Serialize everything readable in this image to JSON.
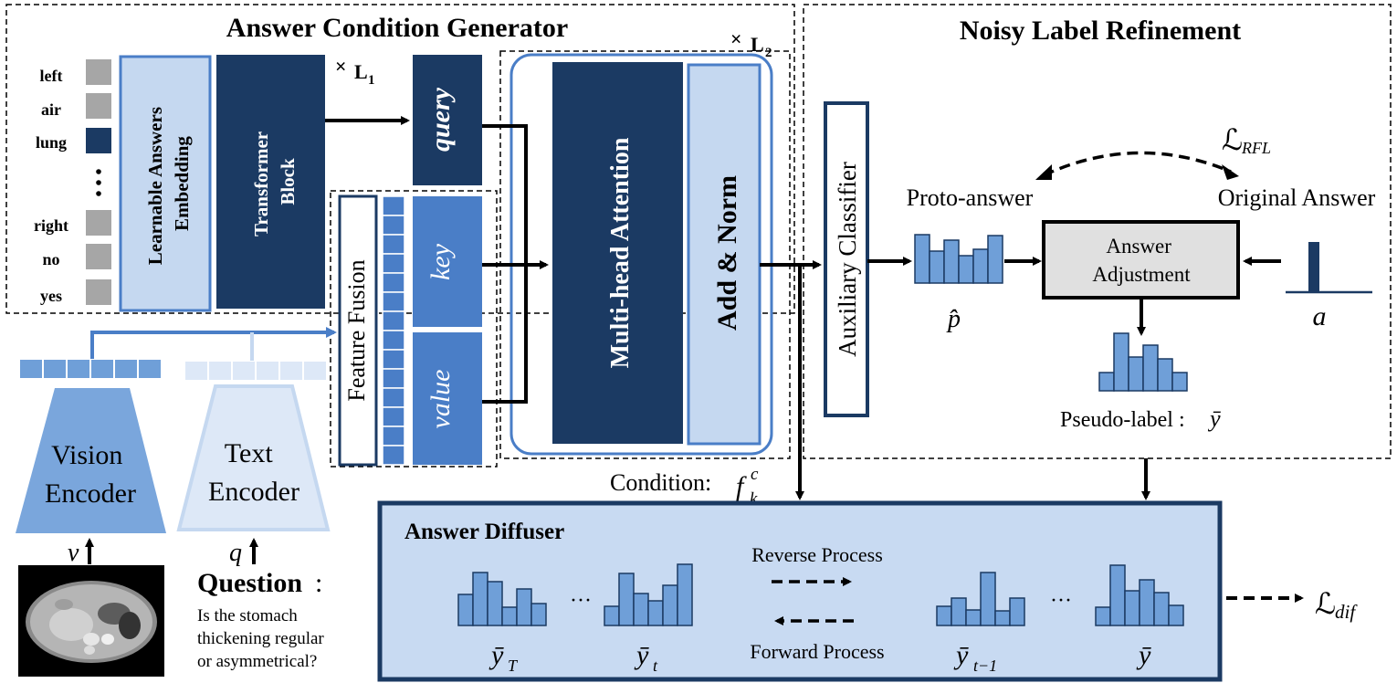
{
  "sections": {
    "answer_condition_generator": "Answer Condition Generator",
    "noisy_label_refinement": "Noisy Label Refinement",
    "answer_diffuser": "Answer Diffuser"
  },
  "answers": [
    "left",
    "air",
    "lung",
    "right",
    "no",
    "yes"
  ],
  "ellipsis_vertical": "•\n•\n•",
  "blocks": {
    "learnable_embedding_line1": "Learnable Answers",
    "learnable_embedding_line2": "Embedding",
    "transformer_line1": "Transformer",
    "transformer_line2": "Block",
    "repeat1_times": "×",
    "repeat1_L": "L",
    "repeat1_sub": "1",
    "repeat2_times": "×",
    "repeat2_L": "L",
    "repeat2_sub": "2",
    "query": "query",
    "key": "key",
    "value": "value",
    "feature_fusion": "Feature Fusion",
    "multi_head_attention": "Multi-head Attention",
    "add_norm": "Add & Norm",
    "vision_encoder_line1": "Vision",
    "vision_encoder_line2": "Encoder",
    "text_encoder_line1": "Text",
    "text_encoder_line2": "Encoder",
    "auxiliary_classifier": "Auxiliary Classifier",
    "answer_adjustment_line1": "Answer",
    "answer_adjustment_line2": "Adjustment"
  },
  "condition": {
    "label": "Condition:",
    "symbol": "f",
    "sub": "k",
    "sup": "c"
  },
  "inputs": {
    "v": "v",
    "q": "q",
    "question_heading": "Question",
    "question_colon": ":",
    "question_line1": "Is the stomach",
    "question_line2": "thickening regular",
    "question_line3": "or asymmetrical?"
  },
  "refinement": {
    "loss_symbol": "ℒ",
    "loss_sub": "RFL",
    "proto_answer": "Proto-answer",
    "original_answer": "Original Answer",
    "p_hat": "p̂",
    "a": "a",
    "pseudo_label": "Pseudo-label : ",
    "y_bar": "ȳ"
  },
  "diffuser": {
    "reverse_process": "Reverse Process",
    "forward_process": "Forward Process",
    "dots": "···",
    "y_T": "ȳ",
    "y_T_sub": "T",
    "y_t": "ȳ",
    "y_t_sub": "t",
    "y_t1": "ȳ",
    "y_t1_sub": "t−1",
    "y_final": "ȳ",
    "loss_symbol": "ℒ",
    "loss_sub": "dif"
  },
  "colors": {
    "dark_navy": "#1b3a63",
    "mid_blue": "#4a7ec7",
    "light_blue": "#c5d8f0",
    "pale_blue": "#dde8f7",
    "bar_blue": "#6f9fd8",
    "grey_sq": "#a6a6a6",
    "adjust_fill": "#e0e0e0",
    "diffuser_fill": "#c8daf2"
  }
}
